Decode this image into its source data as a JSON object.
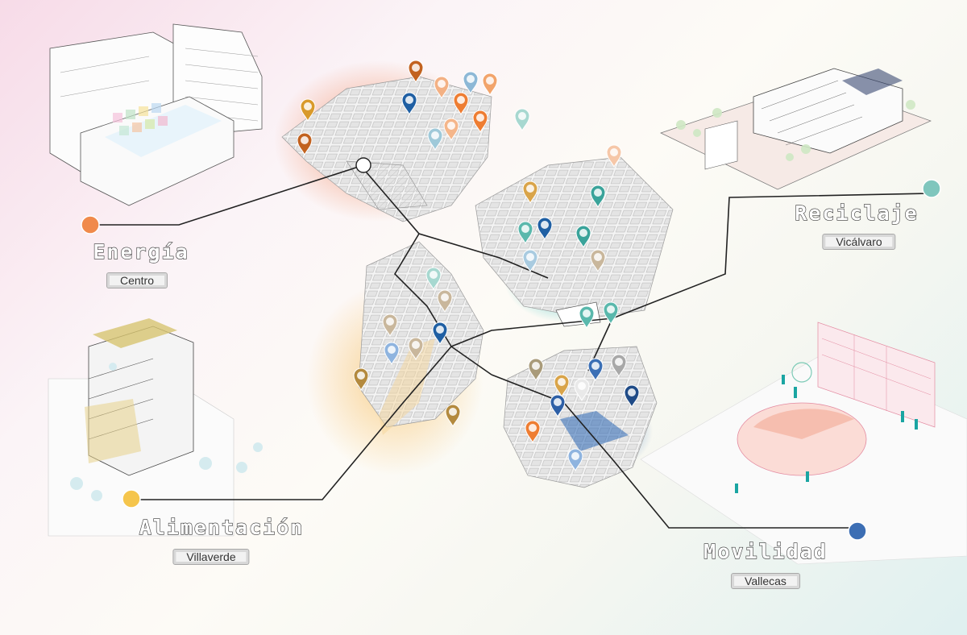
{
  "themes": [
    {
      "key": "energia",
      "title": "Energía",
      "area": "Centro",
      "color": "#f08a4b"
    },
    {
      "key": "reciclaje",
      "title": "Reciclaje",
      "area": "Vicálvaro",
      "color": "#7fc6bd"
    },
    {
      "key": "alimentacion",
      "title": "Alimentación",
      "area": "Villaverde",
      "color": "#f5c54c"
    },
    {
      "key": "movilidad",
      "title": "Movilidad",
      "area": "Vallecas",
      "color": "#3c6eb4"
    }
  ]
}
